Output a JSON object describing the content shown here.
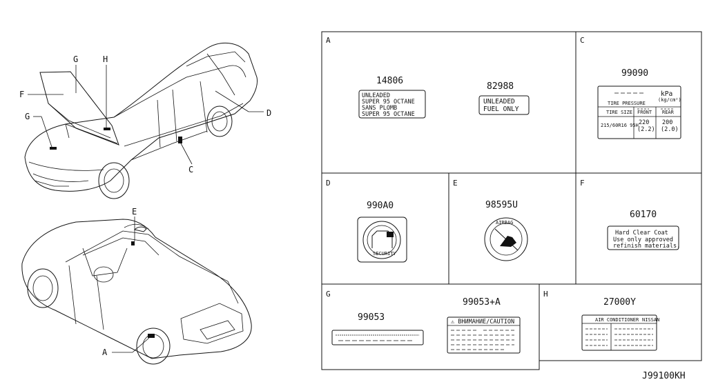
{
  "diagram_code": "J99100KH",
  "callouts": {
    "top_car": [
      "G",
      "H",
      "F",
      "G",
      "D",
      "C"
    ],
    "bottom_car": [
      "E",
      "A"
    ]
  },
  "sections": {
    "A": {
      "letter": "A",
      "parts": [
        {
          "part_no": "14806",
          "label_lines": [
            "UNLEADED",
            "SUPER 95 OCTANE",
            "SANS PLOMB",
            "SUPER 95 OCTANE"
          ]
        },
        {
          "part_no": "82988",
          "label_lines": [
            "UNLEADED",
            "FUEL ONLY"
          ]
        }
      ]
    },
    "C": {
      "letter": "C",
      "part_no": "99090",
      "unit_top": "kPa",
      "unit_bottom": "(kg/cm²)",
      "tire_pressure": "TIRE PRESSURE",
      "col_tire_size": "TIRE SIZE",
      "col_front": "FRONT",
      "col_rear": "REAR",
      "tire_size_value": "215/60R16 95H",
      "front_kpa": "220",
      "front_kgcm": "(2.2)",
      "rear_kpa": "200",
      "rear_kgcm": "(2.0)"
    },
    "D": {
      "letter": "D",
      "part_no": "990A0",
      "badge_text": "SECURITY"
    },
    "E": {
      "letter": "E",
      "part_no": "98595U",
      "badge_text": "AIRBAG"
    },
    "F": {
      "letter": "F",
      "part_no": "60170",
      "label_lines": [
        "Hard Clear Coat",
        "Use only approved",
        "refinish materials."
      ]
    },
    "G": {
      "letter": "G",
      "parts": [
        {
          "part_no": "99053"
        },
        {
          "part_no": "99053+A",
          "caution_title": "⚠ ВНИМАНИЕ/CAUTION"
        }
      ]
    },
    "H": {
      "letter": "H",
      "part_no": "27000Y",
      "header_left": "AIR CONDITIONER",
      "header_right": "NISSAN"
    }
  }
}
